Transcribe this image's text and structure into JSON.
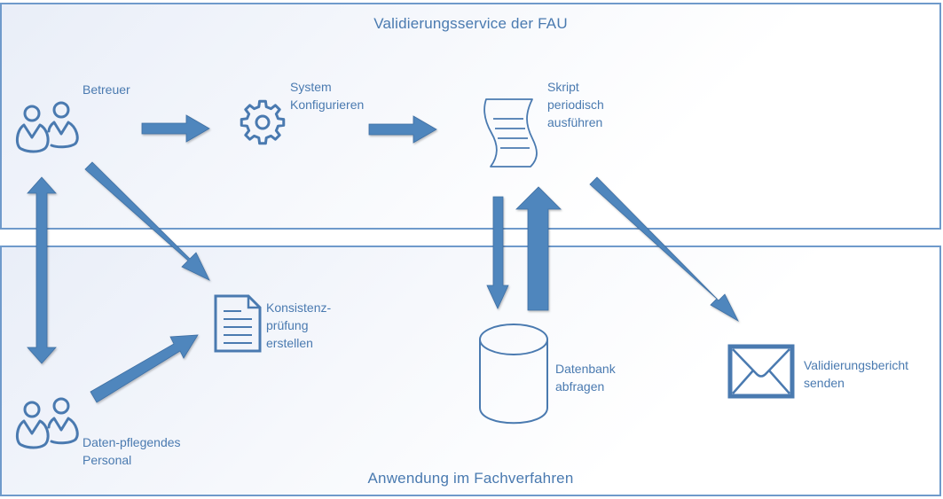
{
  "diagram": {
    "top_container": {
      "title": "Validierungsservice der FAU"
    },
    "bottom_container": {
      "title": "Anwendung im Fachverfahren"
    },
    "nodes": {
      "betreuer": {
        "label": "Betreuer",
        "icon": "users-icon"
      },
      "system": {
        "label": "System\nKonfigurieren",
        "icon": "gear-icon"
      },
      "skript": {
        "label": "Skript\nperiodisch\nausführen",
        "icon": "script-scroll-icon"
      },
      "konsistenz": {
        "label": "Konsistenz-\nprüfung\nerstellen",
        "icon": "document-icon"
      },
      "personal": {
        "label": "Daten-pflegendes\nPersonal",
        "icon": "users-icon"
      },
      "datenbank": {
        "label": "Datenbank\nabfragen",
        "icon": "database-icon"
      },
      "bericht": {
        "label": "Validierungsbericht\nsenden",
        "icon": "envelope-icon"
      }
    },
    "edges": [
      {
        "from": "betreuer",
        "to": "system",
        "direction": "one-way"
      },
      {
        "from": "system",
        "to": "skript",
        "direction": "one-way"
      },
      {
        "from": "betreuer",
        "to": "personal",
        "direction": "two-way"
      },
      {
        "from": "betreuer",
        "to": "konsistenz",
        "direction": "one-way"
      },
      {
        "from": "personal",
        "to": "konsistenz",
        "direction": "one-way"
      },
      {
        "from": "skript",
        "to": "datenbank",
        "direction": "one-way"
      },
      {
        "from": "datenbank",
        "to": "skript",
        "direction": "one-way"
      },
      {
        "from": "skript",
        "to": "bericht",
        "direction": "one-way"
      }
    ],
    "colors": {
      "accent": "#4a7ab0",
      "arrow_fill": "#4f86bd",
      "border": "#6f9acb"
    }
  }
}
